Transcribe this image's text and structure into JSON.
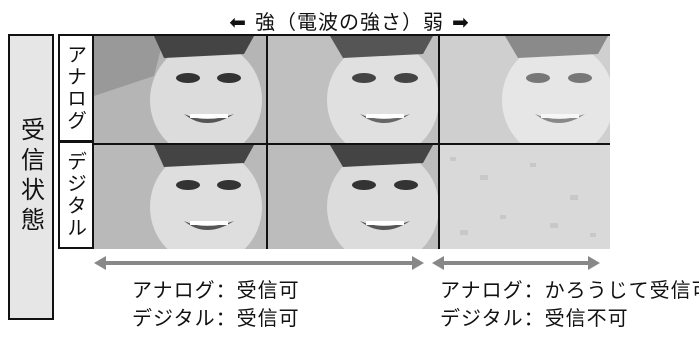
{
  "header": {
    "left_arrow": "⬅",
    "text": "強（電波の強さ）弱",
    "right_arrow": "➡"
  },
  "side_label": "受信状態",
  "rows": {
    "analog": "アナログ",
    "digital": "デジタル"
  },
  "captions": {
    "left": {
      "line1": "アナログ：受信可",
      "line2": "デジタル：受信可"
    },
    "right": {
      "line1": "アナログ：かろうじて受信可",
      "line2": "デジタル：受信不可"
    }
  }
}
